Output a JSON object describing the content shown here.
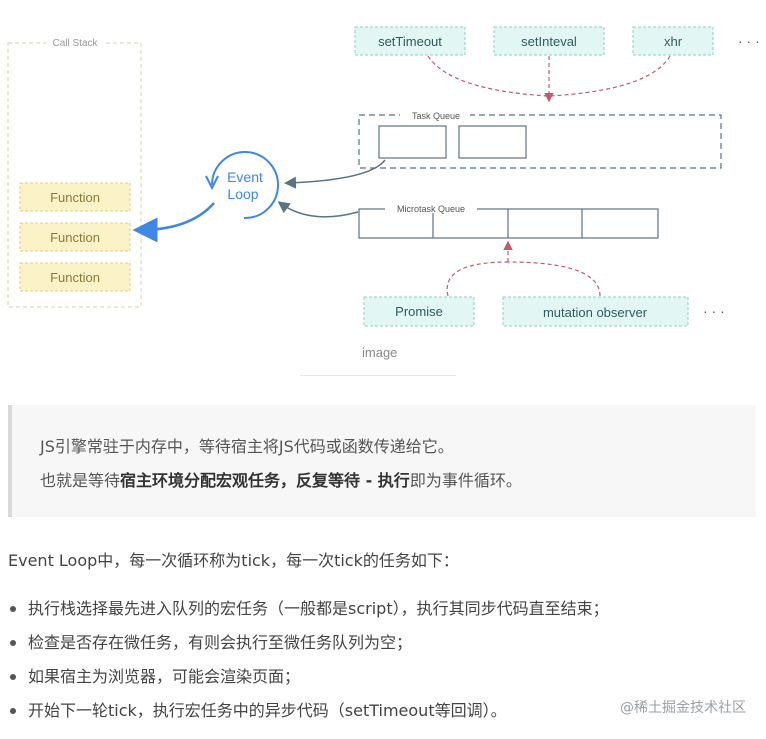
{
  "diagram": {
    "call_stack_label": "Call Stack",
    "functions": [
      "Function",
      "Function",
      "Function"
    ],
    "event_loop_line1": "Event",
    "event_loop_line2": "Loop",
    "task_queue_label": "Task Queue",
    "microtask_queue_label": "Microtask Queue",
    "macro_sources": [
      "setTimeout",
      "setInteval",
      "xhr"
    ],
    "micro_sources": [
      "Promise",
      "mutation observer"
    ],
    "ellipsis": "· · ·",
    "colors": {
      "function_fill": "#fcf2c7",
      "source_fill": "#e2f6f4",
      "event_loop_blue": "#3f87e7",
      "arrow_red": "#c45a6a",
      "queue_border": "#5a7383"
    }
  },
  "caption": "image",
  "quote": {
    "line1": "JS引擎常驻于内存中，等待宿主将JS代码或函数传递给它。",
    "line2_prefix": "也就是等待",
    "line2_bold": "宿主环境分配宏观任务，反复等待 - 执行",
    "line2_suffix": "即为事件循环。"
  },
  "paragraph": "Event Loop中，每一次循环称为tick，每一次tick的任务如下：",
  "list_items": [
    "执行栈选择最先进入队列的宏任务（一般都是script），执行其同步代码直至结束；",
    "检查是否存在微任务，有则会执行至微任务队列为空；",
    "如果宿主为浏览器，可能会渲染页面；",
    "开始下一轮tick，执行宏任务中的异步代码（setTimeout等回调）。"
  ],
  "watermark": "@稀土掘金技术社区"
}
